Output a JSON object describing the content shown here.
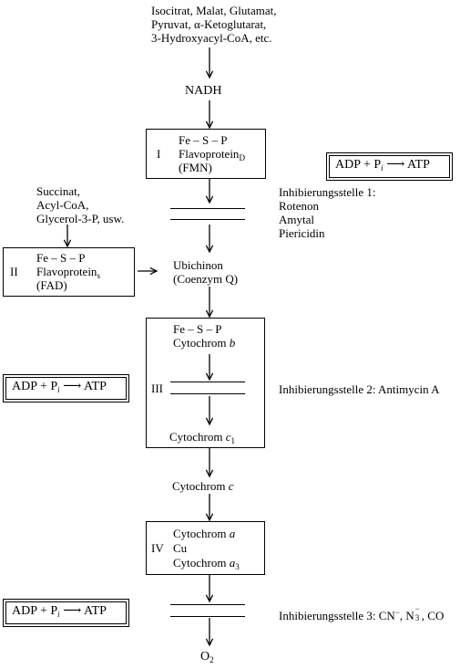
{
  "substrates_top": {
    "line1": "Isocitrat, Malat, Glutamat,",
    "line2": "Pyruvat, α-Ketoglutarat,",
    "line3": "3-Hydroxyacyl-CoA, etc."
  },
  "nadh": "NADH",
  "complex1": {
    "numeral": "I",
    "fes": "Fe – S – P",
    "flavo": "Flavoprotein",
    "flavo_sub": "D",
    "fmn": "(FMN)"
  },
  "substrates_side": {
    "line1": "Succinat,",
    "line2": "Acyl-CoA,",
    "line3": "Glycerol-3-P, usw."
  },
  "complex2": {
    "numeral": "II",
    "fes": "Fe – S – P",
    "flavo": "Flavoprotein",
    "flavo_sub": "s",
    "fad": "(FAD)"
  },
  "ubichinon": {
    "line1": "Ubichinon",
    "line2": "(Coenzym Q)"
  },
  "complex3": {
    "numeral": "III",
    "fes": "Fe – S – P",
    "cyt_b_prefix": "Cytochrom",
    "cyt_b_letter": "b",
    "cyt_c1_prefix": "Cytochrom",
    "cyt_c1_letter": "c",
    "cyt_c1_sub": "1"
  },
  "cytochrom_c": {
    "prefix": "Cytochrom",
    "letter": "c"
  },
  "complex4": {
    "numeral": "IV",
    "cyt_a_prefix": "Cytochrom",
    "cyt_a_letter": "a",
    "cu": "Cu",
    "cyt_a3_prefix": "Cytochrom",
    "cyt_a3_letter": "a",
    "cyt_a3_sub": "3"
  },
  "o2": {
    "base": "O",
    "sub": "2"
  },
  "atp_reaction": {
    "left": "ADP + P",
    "pi_sub": "i",
    "arrow": "⟶",
    "right": "ATP"
  },
  "inhibition1": {
    "title": "Inhibierungsstelle 1:",
    "items": [
      "Rotenon",
      "Amytal",
      "Piericidin"
    ]
  },
  "inhibition2": {
    "text": "Inhibierungsstelle 2: Antimycin A"
  },
  "inhibition3": {
    "prefix": "Inhibierungsstelle 3: CN",
    "cn_charge": "−",
    "sep": ", N",
    "n3_sub": "3",
    "n3_charge": "−",
    "suffix": ", CO"
  }
}
